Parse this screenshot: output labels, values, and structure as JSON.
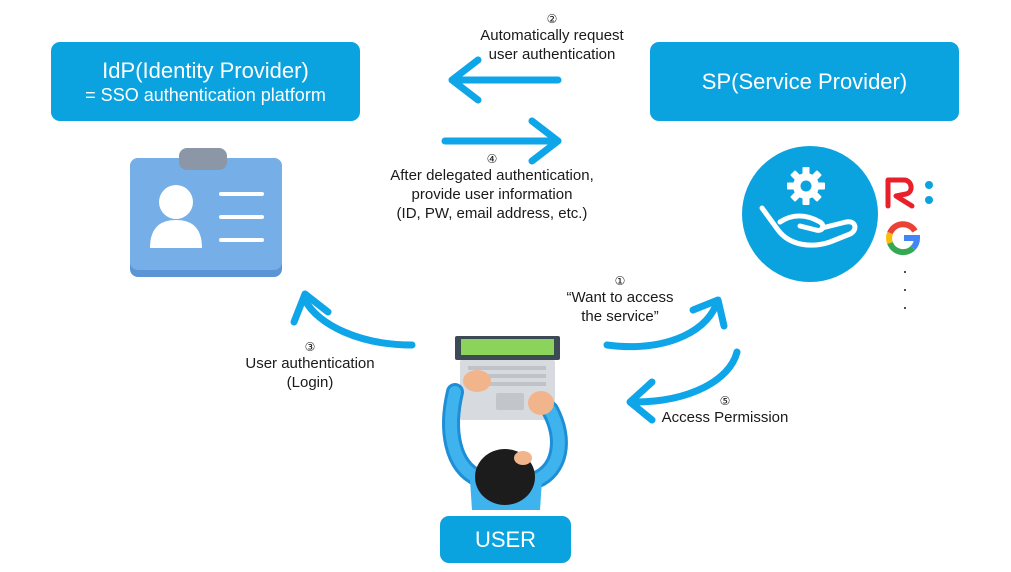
{
  "idp": {
    "title": "IdP(Identity Provider)",
    "subtitle": "= SSO authentication platform"
  },
  "sp": {
    "title": "SP(Service Provider)"
  },
  "user": {
    "label": "USER"
  },
  "steps": {
    "step1": {
      "number": "①",
      "lines": [
        "“Want to access",
        "the service”"
      ]
    },
    "step2": {
      "number": "②",
      "lines": [
        "Automatically request",
        "user authentication"
      ]
    },
    "step3": {
      "number": "③",
      "lines": [
        "User authentication",
        "(Login)"
      ]
    },
    "step4": {
      "number": "④",
      "lines": [
        "After delegated authentication,",
        "provide user information",
        "(ID, PW, email address, etc.)"
      ]
    },
    "step5": {
      "number": "⑤",
      "lines": [
        "Access Permission"
      ]
    }
  },
  "colors": {
    "primary": "#0aa3df",
    "arrow": "#0ea5e9",
    "card": "#76aee8",
    "card_dark": "#5c95d6",
    "laptop_screen": "#8bd35a",
    "hair": "#1c1c1c",
    "skin": "#f2b48b"
  },
  "icons": {
    "sp_logos": [
      "service-hand-gear-icon",
      "rakuten-logo-icon",
      "google-logo-icon"
    ],
    "more_dots": [
      "·",
      "·",
      "·"
    ]
  }
}
